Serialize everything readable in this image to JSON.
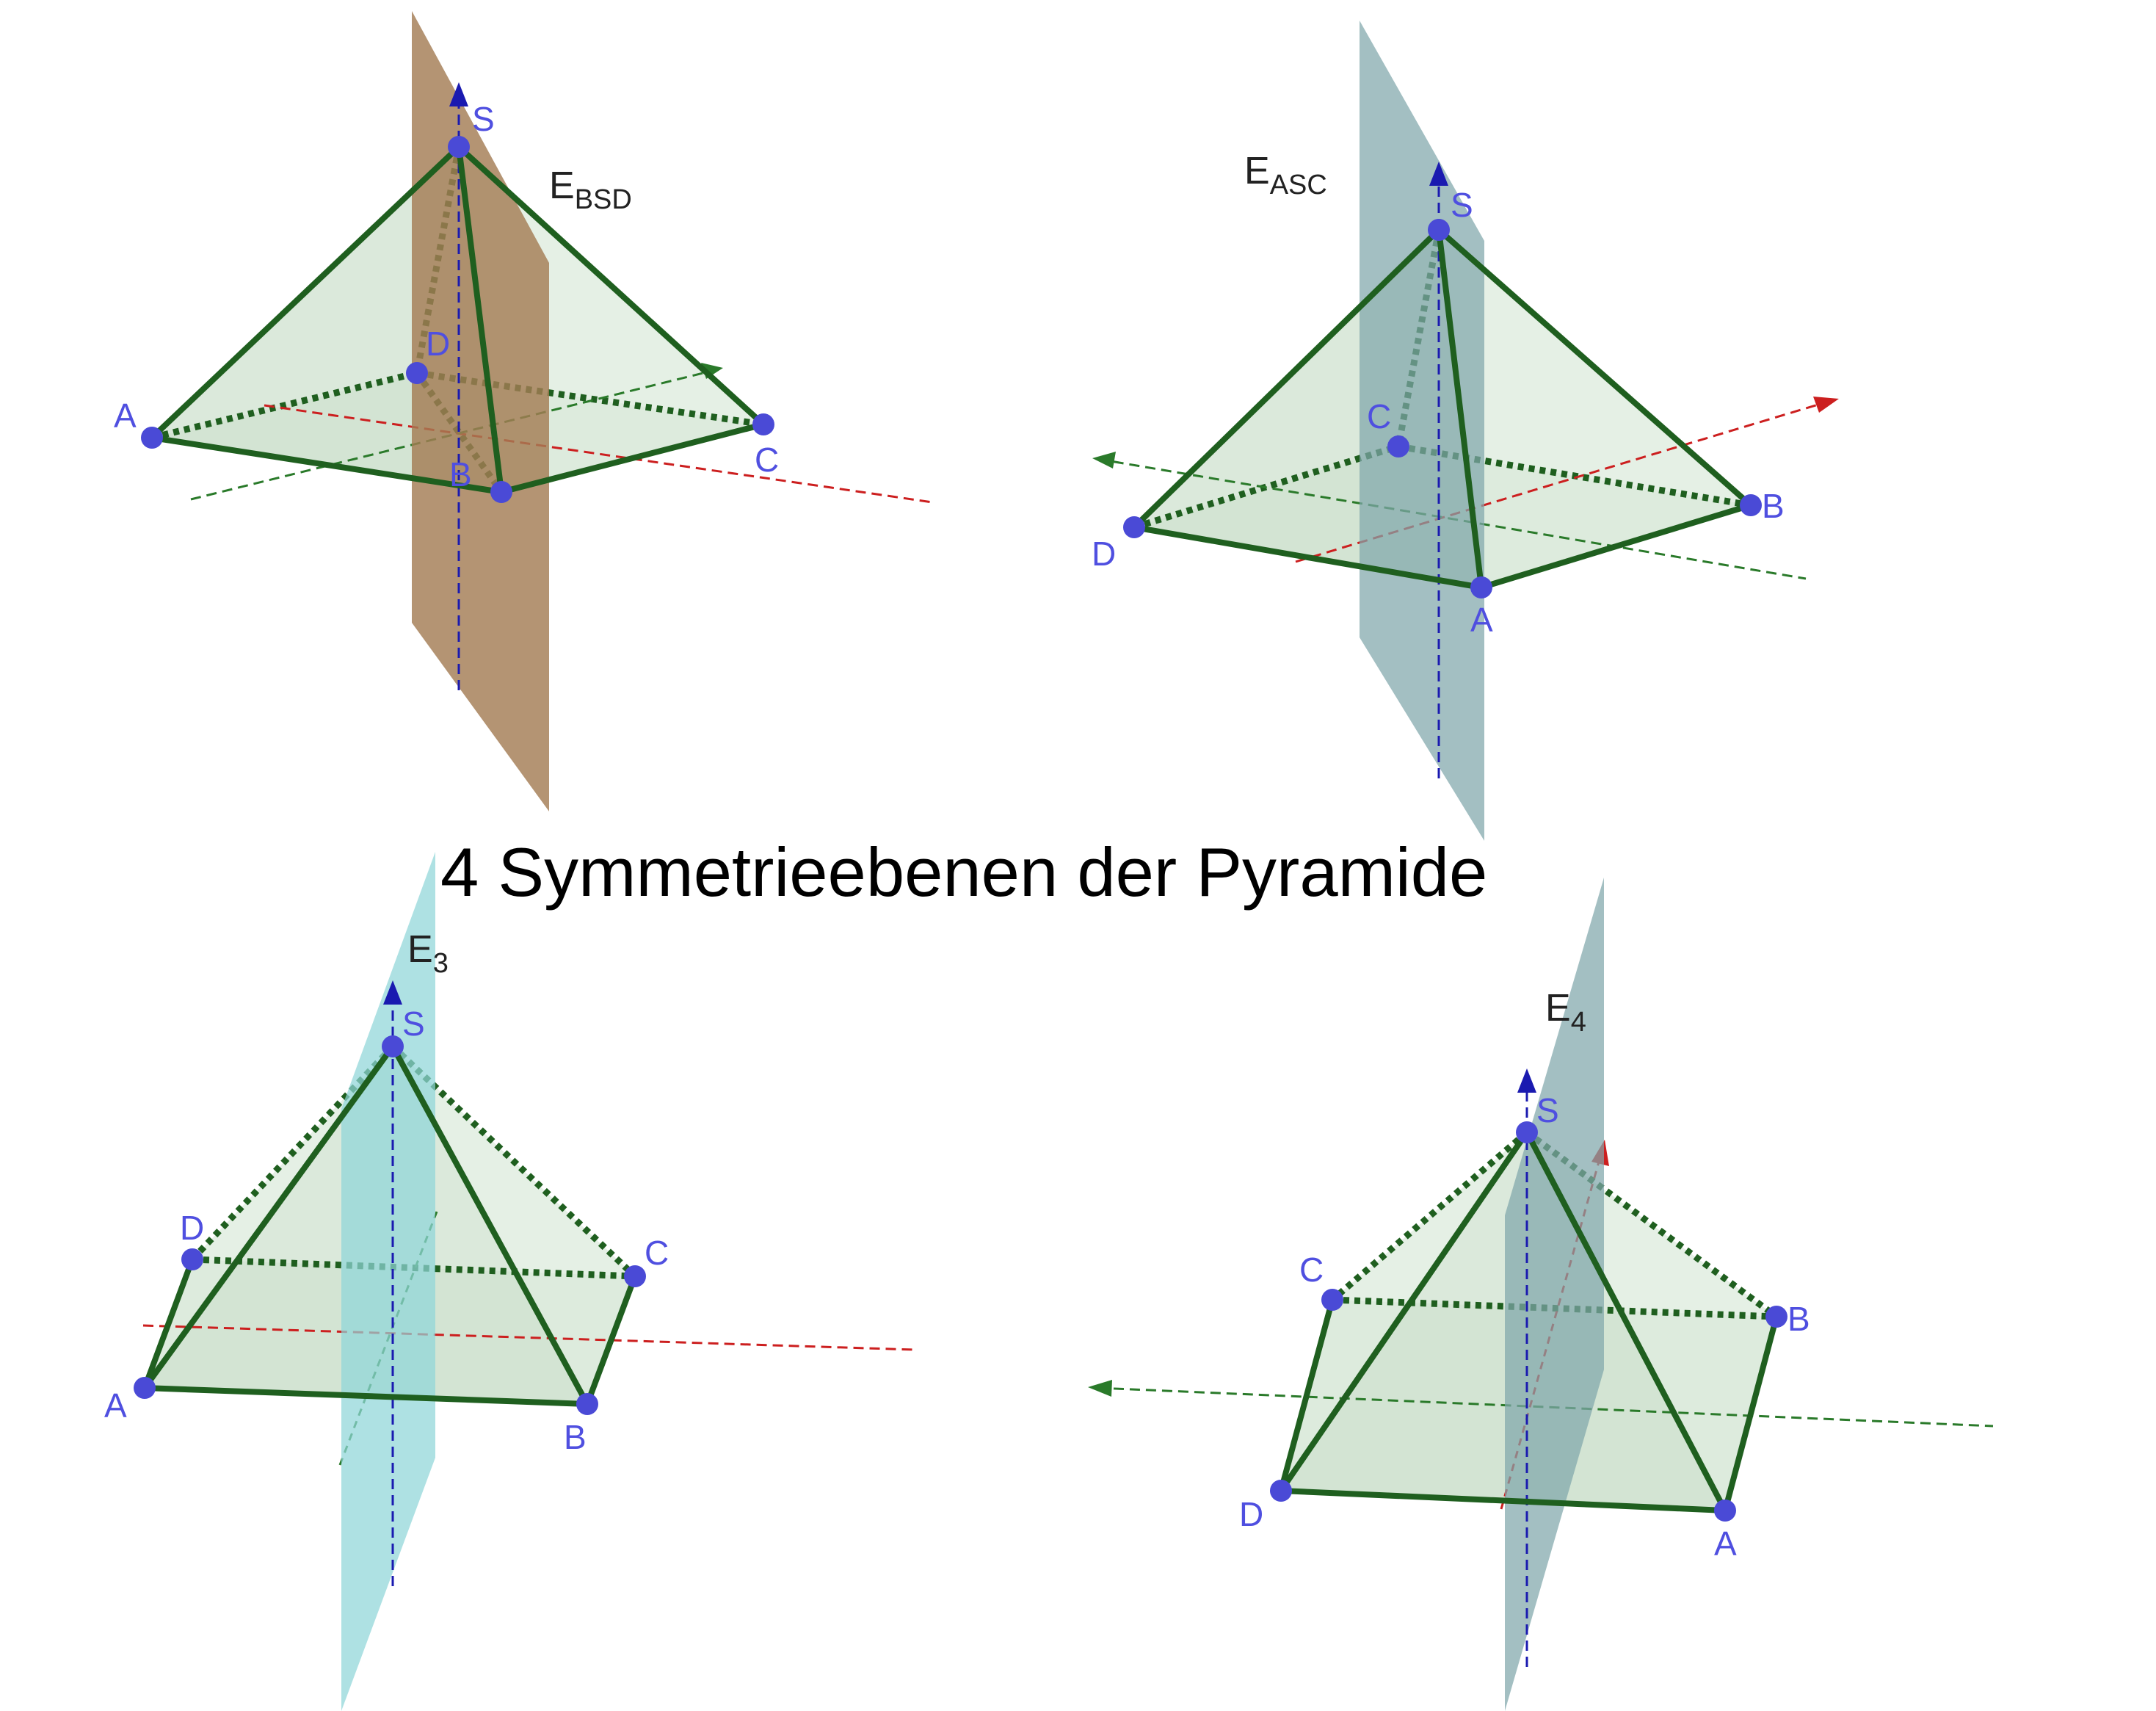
{
  "title": "4 Symmetrieebenen der Pyramide",
  "colors": {
    "edge": "#1f5f1f",
    "face": "#d9e8d9",
    "vertex": "#4a4ad6",
    "vertex_label": "#4f4fe0",
    "axis_x": "#cc1f1f",
    "axis_y": "#2a7a2a",
    "axis_z": "#1a1ab0",
    "plane_1": "#a37c54",
    "plane_2": "#7fa6aa",
    "plane_3": "#8fd6d8",
    "plane_4": "#7fa6aa"
  },
  "panels": [
    {
      "plane_label": "E",
      "plane_subscript": "BSD",
      "vertices": [
        "A",
        "B",
        "C",
        "D",
        "S"
      ]
    },
    {
      "plane_label": "E",
      "plane_subscript": "ASC",
      "vertices": [
        "A",
        "B",
        "C",
        "D",
        "S"
      ]
    },
    {
      "plane_label": "E",
      "plane_subscript": "3",
      "vertices": [
        "A",
        "B",
        "C",
        "D",
        "S"
      ]
    },
    {
      "plane_label": "E",
      "plane_subscript": "4",
      "vertices": [
        "A",
        "B",
        "C",
        "D",
        "S"
      ]
    }
  ]
}
